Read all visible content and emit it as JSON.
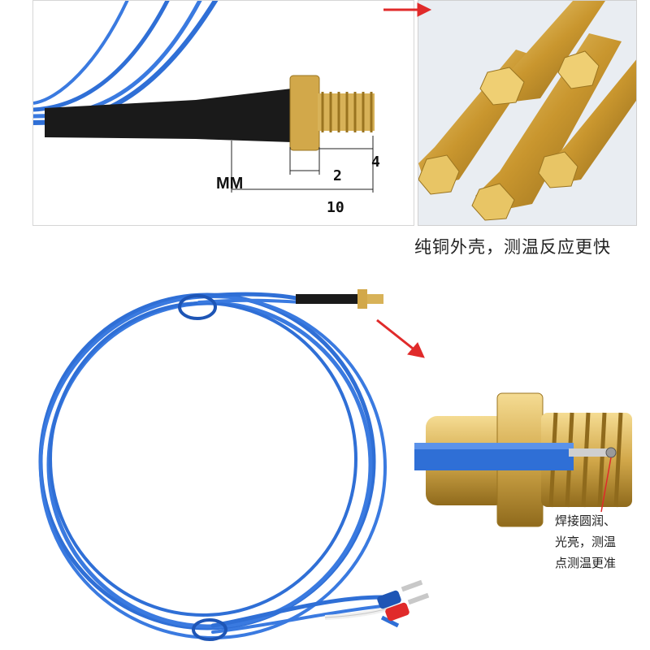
{
  "top_left_panel": {
    "unit": "MM",
    "dimension_labels": [
      "2",
      "4",
      "10"
    ]
  },
  "top_caption": "纯铜外壳，测温反应更快",
  "side_caption": {
    "lines": [
      "焊接圆润、",
      "光亮，测温",
      "点测温更准"
    ]
  },
  "colors": {
    "cable_blue": "#2f6fd6",
    "brass": "#d2a84a",
    "arrow_red": "#e02a2a",
    "heat_shrink": "#1a1a1a"
  }
}
